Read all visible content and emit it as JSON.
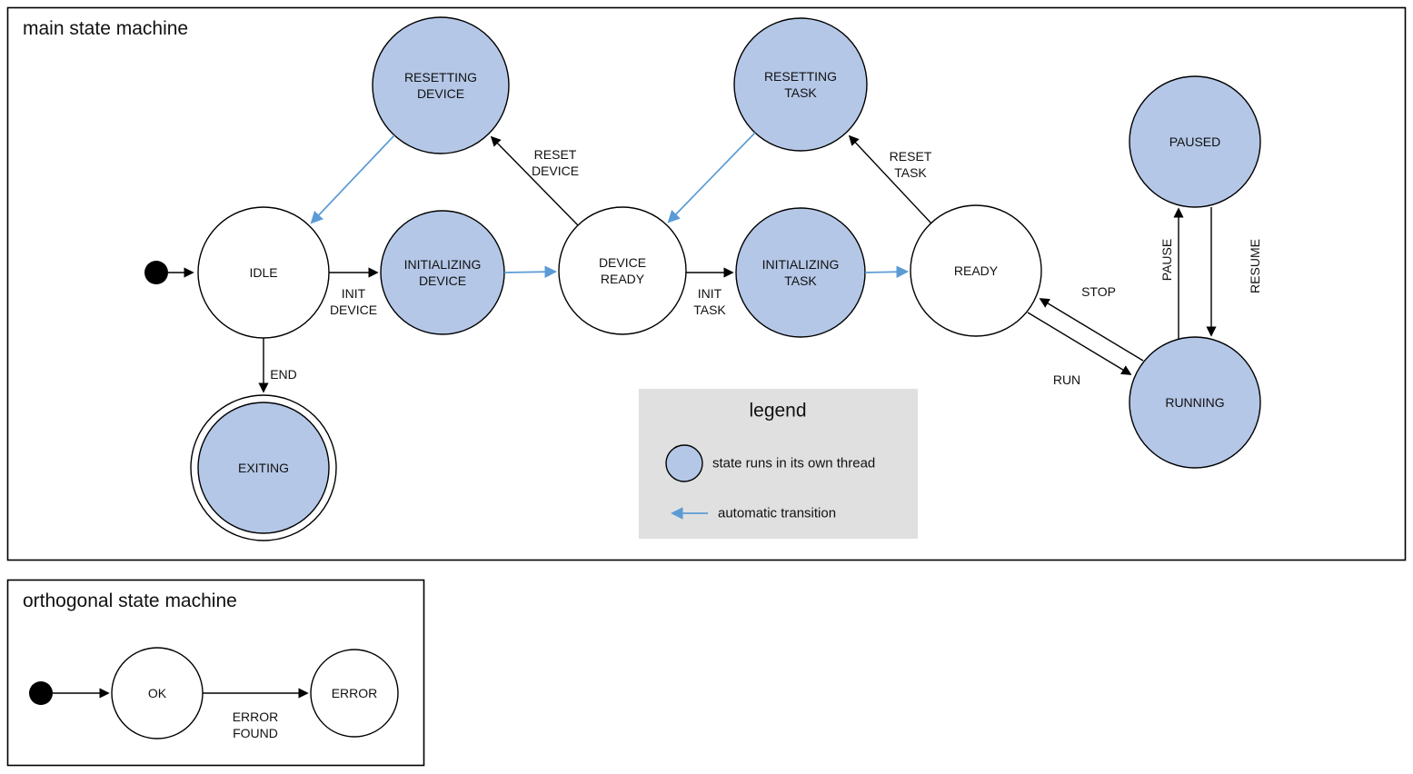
{
  "main": {
    "title": "main state machine",
    "states": {
      "idle": [
        "IDLE"
      ],
      "resetting_device": [
        "RESETTING",
        "DEVICE"
      ],
      "initializing_device": [
        "INITIALIZING",
        "DEVICE"
      ],
      "device_ready": [
        "DEVICE",
        "READY"
      ],
      "resetting_task": [
        "RESETTING",
        "TASK"
      ],
      "initializing_task": [
        "INITIALIZING",
        "TASK"
      ],
      "ready": [
        "READY"
      ],
      "paused": [
        "PAUSED"
      ],
      "running": [
        "RUNNING"
      ],
      "exiting": [
        "EXITING"
      ]
    },
    "transitions": {
      "init_device": [
        "INIT",
        "DEVICE"
      ],
      "reset_device": [
        "RESET",
        "DEVICE"
      ],
      "init_task": [
        "INIT",
        "TASK"
      ],
      "reset_task": [
        "RESET",
        "TASK"
      ],
      "end": "END",
      "run": "RUN",
      "stop": "STOP",
      "pause": "PAUSE",
      "resume": "RESUME"
    }
  },
  "legend": {
    "title": "legend",
    "items": {
      "thread_state": "state runs in its own thread",
      "auto_transition": "automatic transition"
    }
  },
  "orthogonal": {
    "title": "orthogonal state machine",
    "states": {
      "ok": [
        "OK"
      ],
      "error": [
        "ERROR"
      ]
    },
    "transitions": {
      "error_found": [
        "ERROR",
        "FOUND"
      ]
    }
  },
  "colors": {
    "thread_state_fill": "#b4c7e7",
    "plain_state_fill": "#ffffff",
    "auto_transition_blue": "#5b9bd5",
    "legend_background": "#e0e0e0",
    "line_stroke": "#000000"
  }
}
